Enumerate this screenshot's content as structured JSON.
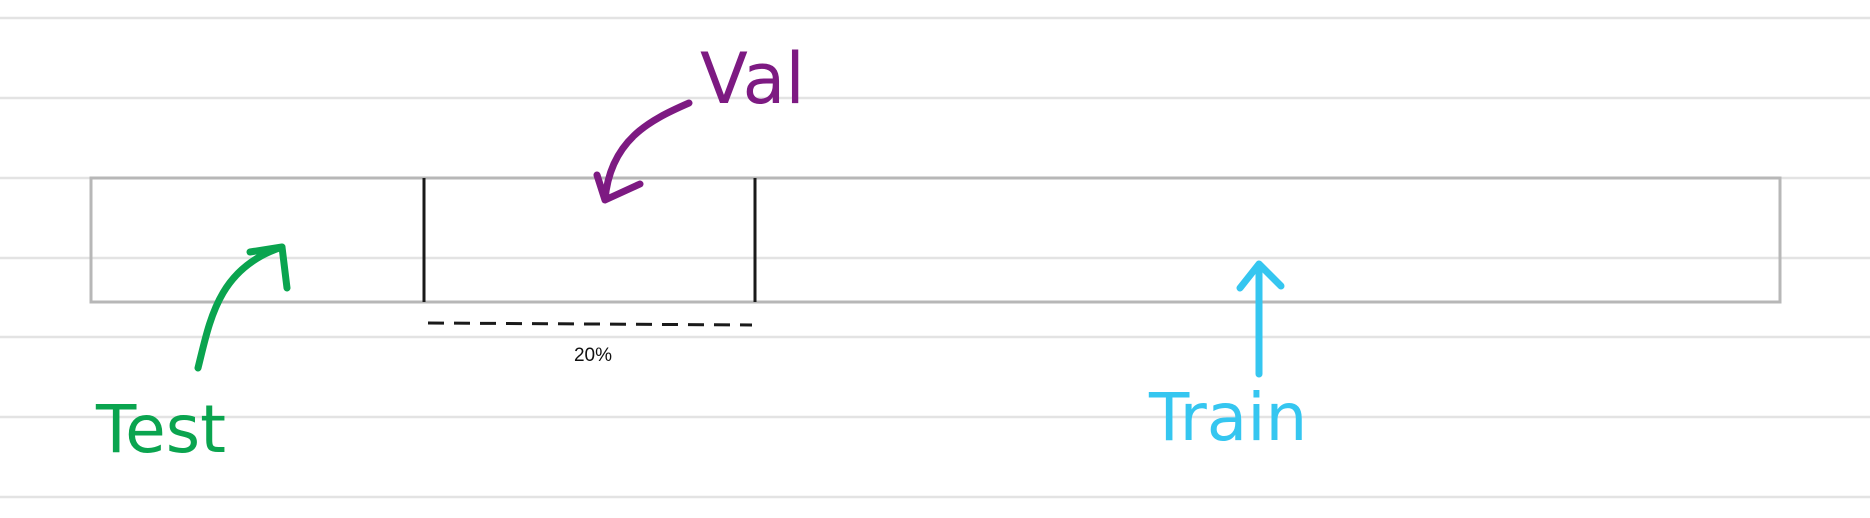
{
  "colors": {
    "test": "#0aa44f",
    "val": "#7d1a82",
    "train": "#35c6f0",
    "box": "#b7b7b7",
    "divider": "#1a1a1a",
    "ruled_line": "#e3e3e3"
  },
  "labels": {
    "test": "Test",
    "val": "Val",
    "train": "Train",
    "val_fraction": "20%"
  },
  "icons": {
    "test_arrow": "curved-arrow-up-right-icon",
    "val_arrow": "curved-arrow-down-left-icon",
    "train_arrow": "arrow-up-icon"
  }
}
